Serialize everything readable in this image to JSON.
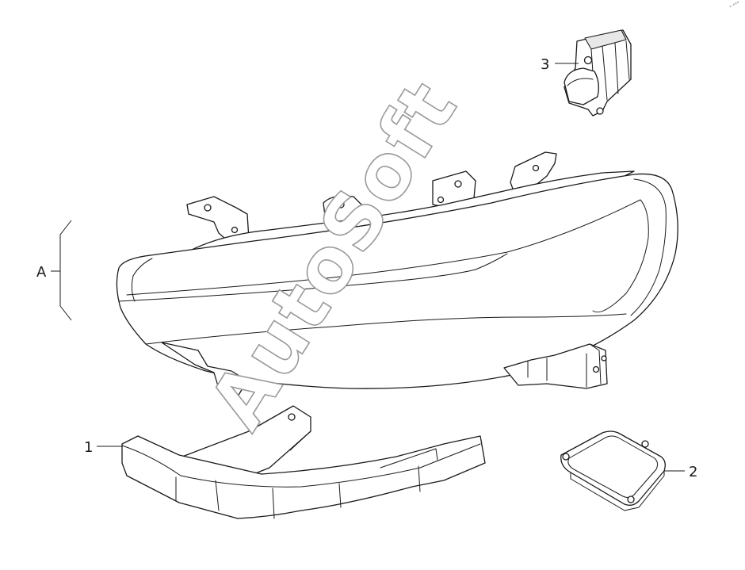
{
  "diagram": {
    "callouts": {
      "one": "1",
      "two": "2",
      "three": "3",
      "assembly": "A"
    },
    "watermark": "AutoSoft",
    "corner_mark": "° °°°",
    "line_color": "#1a1a1a",
    "background": "#ffffff"
  }
}
